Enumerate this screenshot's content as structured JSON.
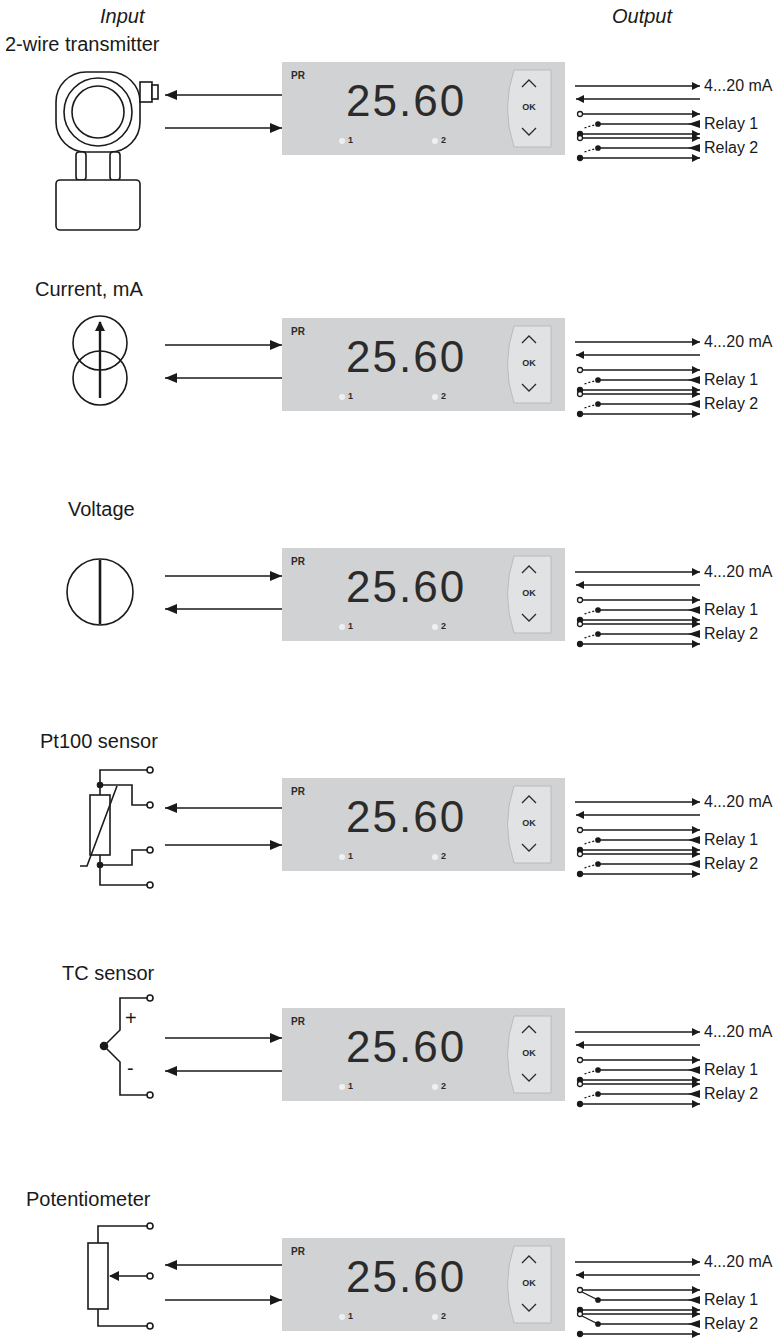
{
  "diagram": {
    "nodes": [
      {
        "text": [
          "2-wire transmitter"
        ]
      },
      {
        "text": [
          "PR",
          "25.60",
          "OK",
          "1",
          "2"
        ]
      },
      {
        "text": [
          "Current, mA"
        ]
      },
      {
        "text": [
          "PR",
          "25.60",
          "OK",
          "1",
          "2"
        ]
      },
      {
        "text": [
          "Voltage"
        ]
      },
      {
        "text": [
          "PR",
          "25.60",
          "OK",
          "1",
          "2"
        ]
      },
      {
        "text": [
          "Pt100 sensor"
        ]
      },
      {
        "text": [
          "PR",
          "25.60",
          "OK",
          "1",
          "2"
        ]
      },
      {
        "text": [
          "TC sensor",
          "+",
          "-"
        ]
      },
      {
        "text": [
          "PR",
          "25.60",
          "OK",
          "1",
          "2"
        ]
      },
      {
        "text": [
          "Potentiometer"
        ]
      },
      {
        "text": [
          "PR",
          "25.60",
          "OK",
          "1",
          "2"
        ]
      }
    ],
    "edges": [
      {
        "from": 1,
        "to": 0,
        "arrow": "to"
      },
      {
        "from": 0,
        "to": 1,
        "arrow": "to"
      },
      {
        "from": 2,
        "to": 3,
        "arrow": "to"
      },
      {
        "from": 3,
        "to": 2,
        "arrow": "to"
      },
      {
        "from": 4,
        "to": 5,
        "arrow": "to"
      },
      {
        "from": 5,
        "to": 4,
        "arrow": "to"
      },
      {
        "from": 7,
        "to": 6,
        "arrow": "to"
      },
      {
        "from": 6,
        "to": 7,
        "arrow": "to"
      },
      {
        "from": 8,
        "to": 9,
        "arrow": "to"
      },
      {
        "from": 9,
        "to": 8,
        "arrow": "to"
      },
      {
        "from": 11,
        "to": 10,
        "arrow": "to"
      },
      {
        "from": 10,
        "to": 11,
        "arrow": "to"
      }
    ],
    "labels": [
      "Input",
      "Output",
      "4...20 mA",
      "Relay 1",
      "Relay 2",
      "4...20 mA",
      "Relay 1",
      "Relay 2",
      "4...20 mA",
      "Relay 1",
      "Relay 2",
      "4...20 mA",
      "Relay 1",
      "Relay 2",
      "4...20 mA",
      "Relay 1",
      "Relay 2",
      "4...20 mA",
      "Relay 1",
      "Relay 2"
    ]
  }
}
